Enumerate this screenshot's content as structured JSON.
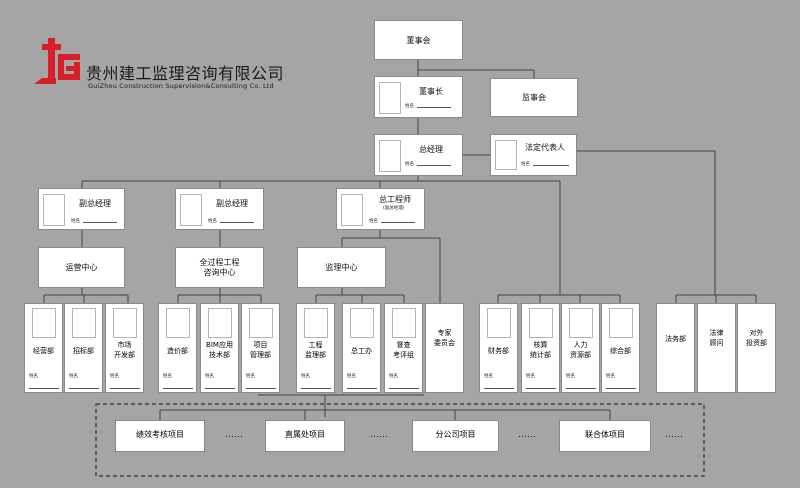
{
  "company": {
    "name_cn": "贵州建工监理咨询有限公司",
    "name_en": "GuiZhou Construction Supervision&Consulting Co. Ltd",
    "logo_color": "#d61f26"
  },
  "sign_label": "姓名",
  "top": {
    "board": "董事会",
    "chairman": "董事长",
    "supervisors": "监事会",
    "gm": "总经理",
    "legal_rep": "法定代表人"
  },
  "execs": {
    "vgm1": "副总经理",
    "vgm2": "副总经理",
    "chief_engineer": "总工程师",
    "chief_engineer_note": "(副总经理)"
  },
  "centers": {
    "operations": "运营中心",
    "consulting_l1": "全过程工程",
    "consulting_l2": "咨询中心",
    "supervision": "监理中心"
  },
  "departments": [
    {
      "lines": [
        "经营部"
      ]
    },
    {
      "lines": [
        "招标部"
      ]
    },
    {
      "lines": [
        "市场",
        "开发部"
      ]
    },
    {
      "lines": [
        "造价部"
      ]
    },
    {
      "lines": [
        "BIM应用",
        "技术部"
      ]
    },
    {
      "lines": [
        "项目",
        "管理部"
      ]
    },
    {
      "lines": [
        "工程",
        "监理部"
      ]
    },
    {
      "lines": [
        "总工办"
      ]
    },
    {
      "lines": [
        "督查",
        "考评组"
      ]
    },
    {
      "lines": [
        "专家",
        "委员会"
      ]
    },
    {
      "lines": [
        "财务部"
      ]
    },
    {
      "lines": [
        "核算",
        "统计部"
      ]
    },
    {
      "lines": [
        "人力",
        "资源部"
      ]
    },
    {
      "lines": [
        "综合部"
      ]
    },
    {
      "lines": [
        "法务部"
      ]
    },
    {
      "lines": [
        "法律",
        "顾问"
      ]
    },
    {
      "lines": [
        "对外",
        "投资部"
      ]
    }
  ],
  "projects": {
    "items": [
      "绩效考核项目",
      "直属处项目",
      "分公司项目",
      "联合体项目"
    ],
    "ellipsis": "……"
  }
}
